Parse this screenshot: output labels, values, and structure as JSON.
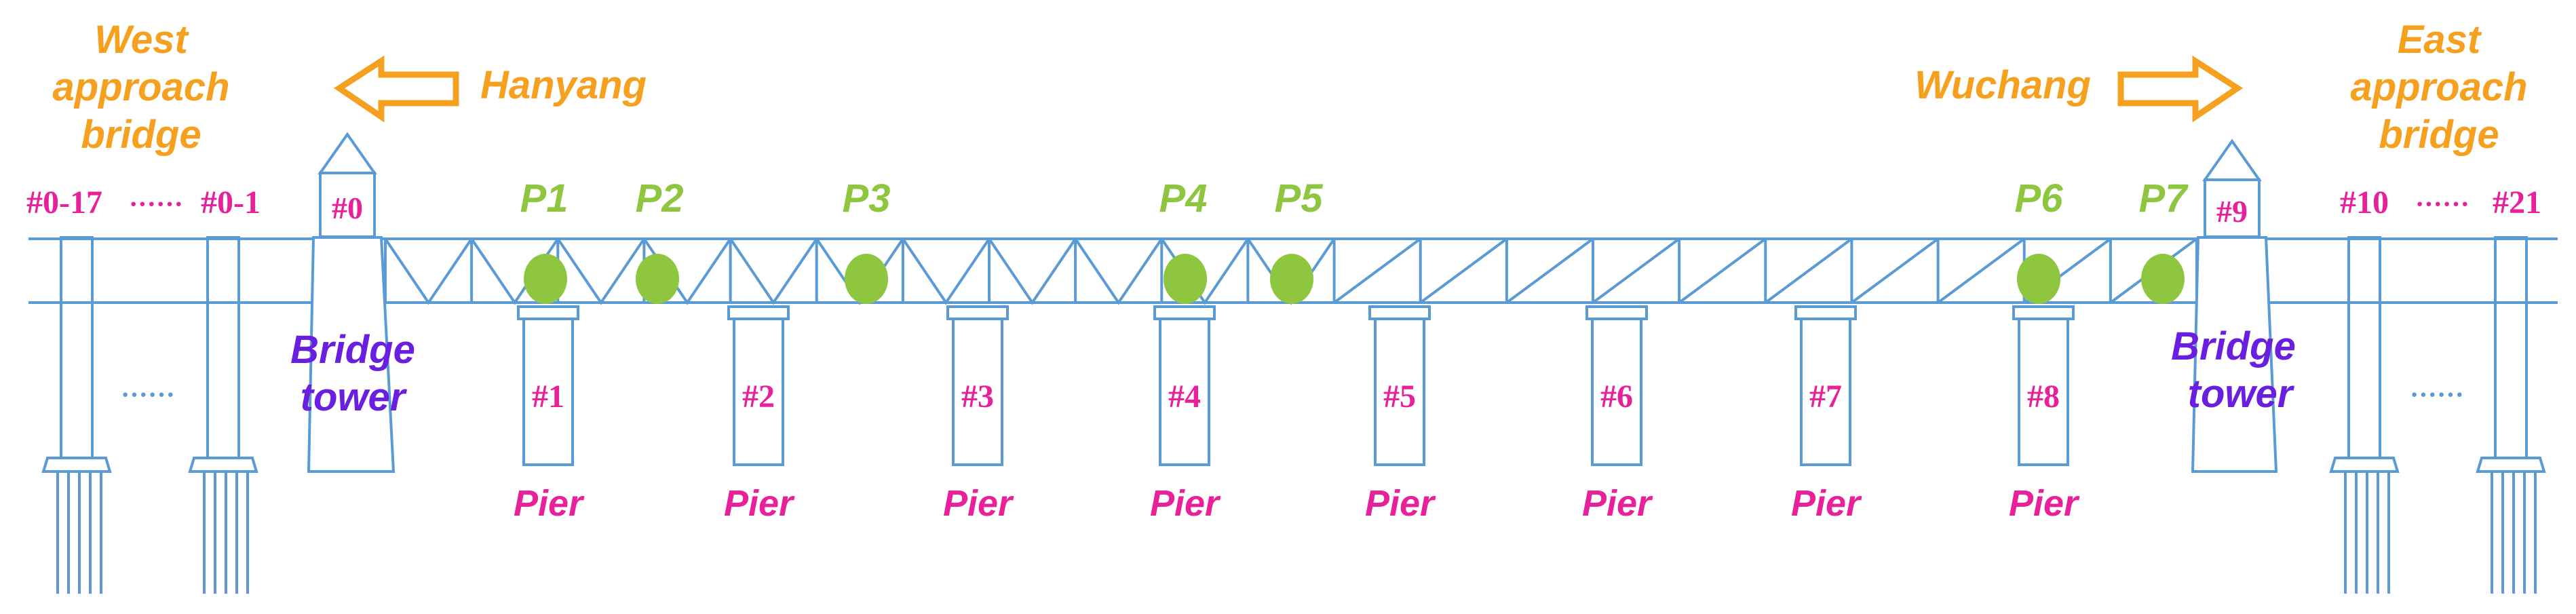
{
  "colors": {
    "structure": "#5a9bd5",
    "orange": "#f5a01e",
    "magenta": "#e8209a",
    "green": "#8ec63f",
    "purple": "#6a1fe0"
  },
  "west": {
    "title_line1": "West",
    "title_line2": "approach",
    "title_line3": "bridge",
    "range_start": "#0-17",
    "range_dots": "······",
    "range_end": "#0-1",
    "ellipsis": "······"
  },
  "east": {
    "title_line1": "East",
    "title_line2": "approach",
    "title_line3": "bridge",
    "range_start": "#10",
    "range_dots": "······",
    "range_end": "#21",
    "ellipsis": "······"
  },
  "directions": {
    "west": "Hanyang",
    "east": "Wuchang"
  },
  "towers": {
    "west_label": "#0",
    "east_label": "#9",
    "caption_line1": "Bridge",
    "caption_line2": "tower"
  },
  "piers": {
    "labels": [
      "#1",
      "#2",
      "#3",
      "#4",
      "#5",
      "#6",
      "#7",
      "#8"
    ],
    "caption": "Pier"
  },
  "points": [
    "P1",
    "P2",
    "P3",
    "P4",
    "P5",
    "P6",
    "P7"
  ]
}
